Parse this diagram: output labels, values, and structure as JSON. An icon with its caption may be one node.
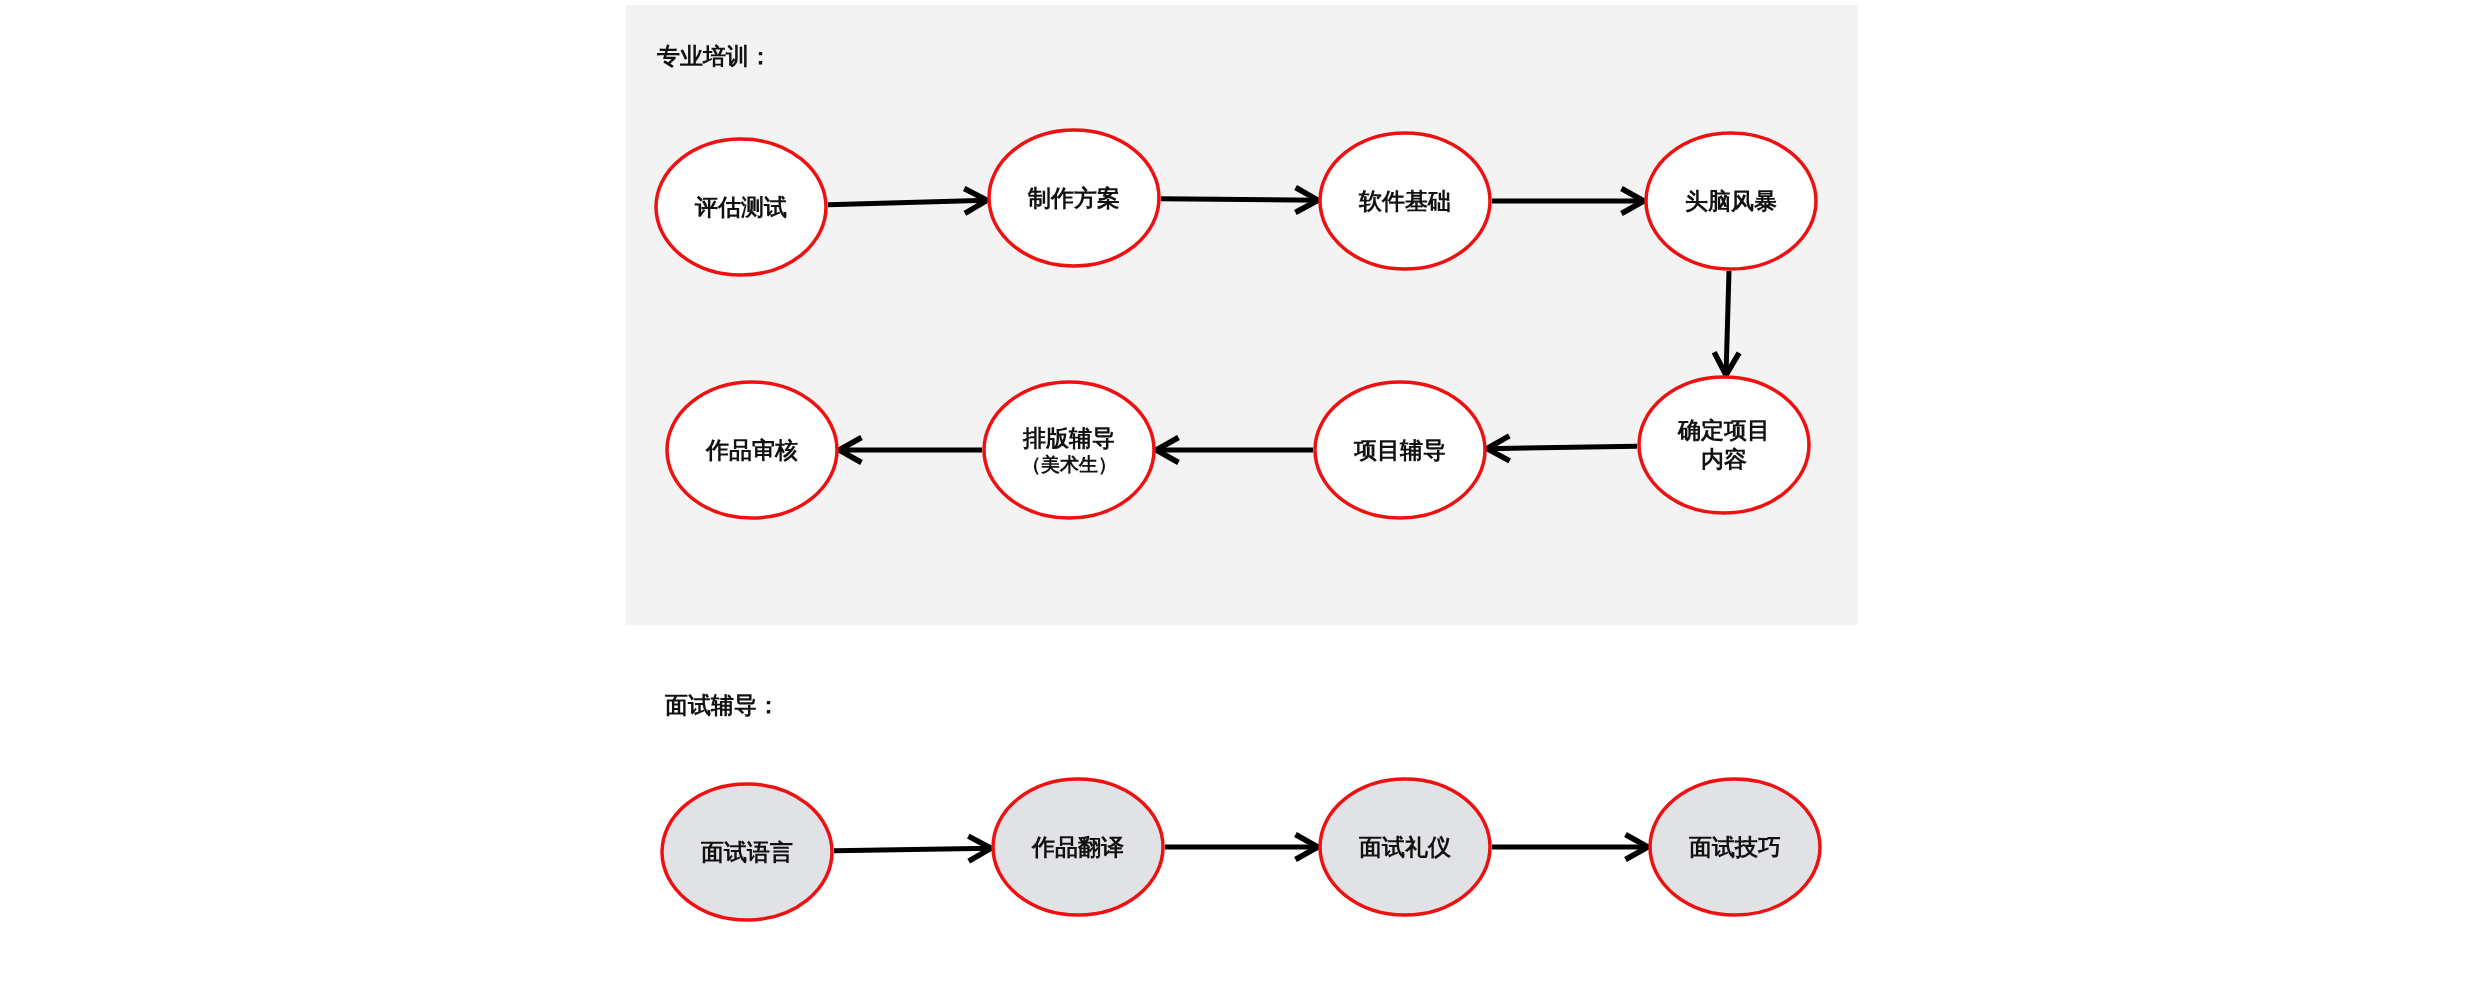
{
  "diagram": {
    "nodes": [
      {
        "text": [
          "专业培训："
        ]
      },
      {
        "text": [
          "评估测试"
        ],
        "in": 0
      },
      {
        "text": [
          "制作方案"
        ],
        "in": 0
      },
      {
        "text": [
          "软件基础"
        ],
        "in": 0
      },
      {
        "text": [
          "头脑风暴"
        ],
        "in": 0
      },
      {
        "text": [
          "确定项目内容"
        ],
        "in": 0
      },
      {
        "text": [
          "项目辅导"
        ],
        "in": 0
      },
      {
        "text": [
          "排版辅导",
          "（美术生）"
        ],
        "in": 0
      },
      {
        "text": [
          "作品审核"
        ],
        "in": 0
      },
      {
        "text": [
          "面试语言"
        ]
      },
      {
        "text": [
          "作品翻译"
        ]
      },
      {
        "text": [
          "面试礼仪"
        ]
      },
      {
        "text": [
          "面试技巧"
        ]
      }
    ],
    "edges": [
      {
        "from": 1,
        "to": 2,
        "arrow": "to"
      },
      {
        "from": 2,
        "to": 3,
        "arrow": "to"
      },
      {
        "from": 3,
        "to": 4,
        "arrow": "to"
      },
      {
        "from": 4,
        "to": 5,
        "arrow": "to"
      },
      {
        "from": 5,
        "to": 6,
        "arrow": "to"
      },
      {
        "from": 6,
        "to": 7,
        "arrow": "to"
      },
      {
        "from": 7,
        "to": 8,
        "arrow": "to"
      },
      {
        "from": 9,
        "to": 10,
        "arrow": "to"
      },
      {
        "from": 10,
        "to": 11,
        "arrow": "to"
      },
      {
        "from": 11,
        "to": 12,
        "arrow": "to"
      }
    ],
    "labels": [
      "面试辅导："
    ]
  }
}
